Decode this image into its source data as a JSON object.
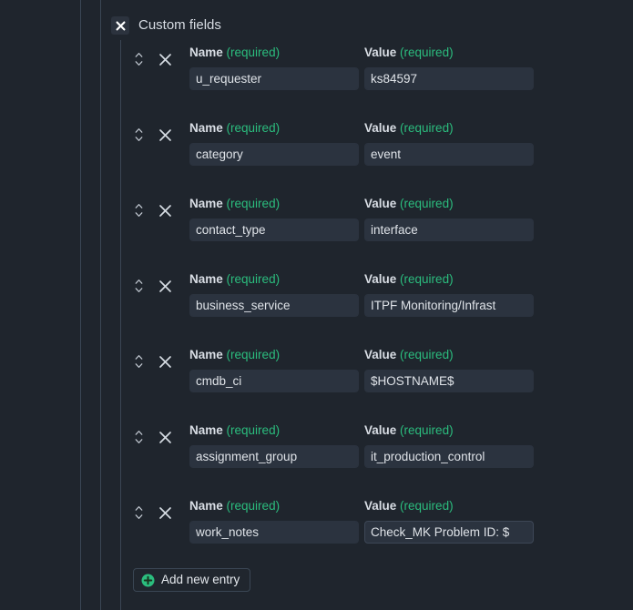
{
  "colors": {
    "background": "#1f252d",
    "input_bg": "#2b333f",
    "accent_required": "#2bbd7e",
    "text": "#d8dde4",
    "guide": "#3a4654",
    "add_icon": "#2bbd7e"
  },
  "section": {
    "title": "Custom fields",
    "close_icon": "close-icon"
  },
  "labels": {
    "name": "Name",
    "value": "Value",
    "required": "(required)"
  },
  "icons": {
    "sort": "sort-updown-icon",
    "delete": "close-x-icon",
    "add": "plus-circle-icon"
  },
  "rows": [
    {
      "name": "u_requester",
      "value": "ks84597",
      "focused": false
    },
    {
      "name": "category",
      "value": "event",
      "focused": false
    },
    {
      "name": "contact_type",
      "value": "interface",
      "focused": false
    },
    {
      "name": "business_service",
      "value": "ITPF Monitoring/Infrast",
      "focused": false
    },
    {
      "name": "cmdb_ci",
      "value": "$HOSTNAME$",
      "focused": false
    },
    {
      "name": "assignment_group",
      "value": "it_production_control",
      "focused": false
    },
    {
      "name": "work_notes",
      "value": "Check_MK Problem ID: $",
      "focused": true
    }
  ],
  "add_button": {
    "label": "Add new entry"
  }
}
